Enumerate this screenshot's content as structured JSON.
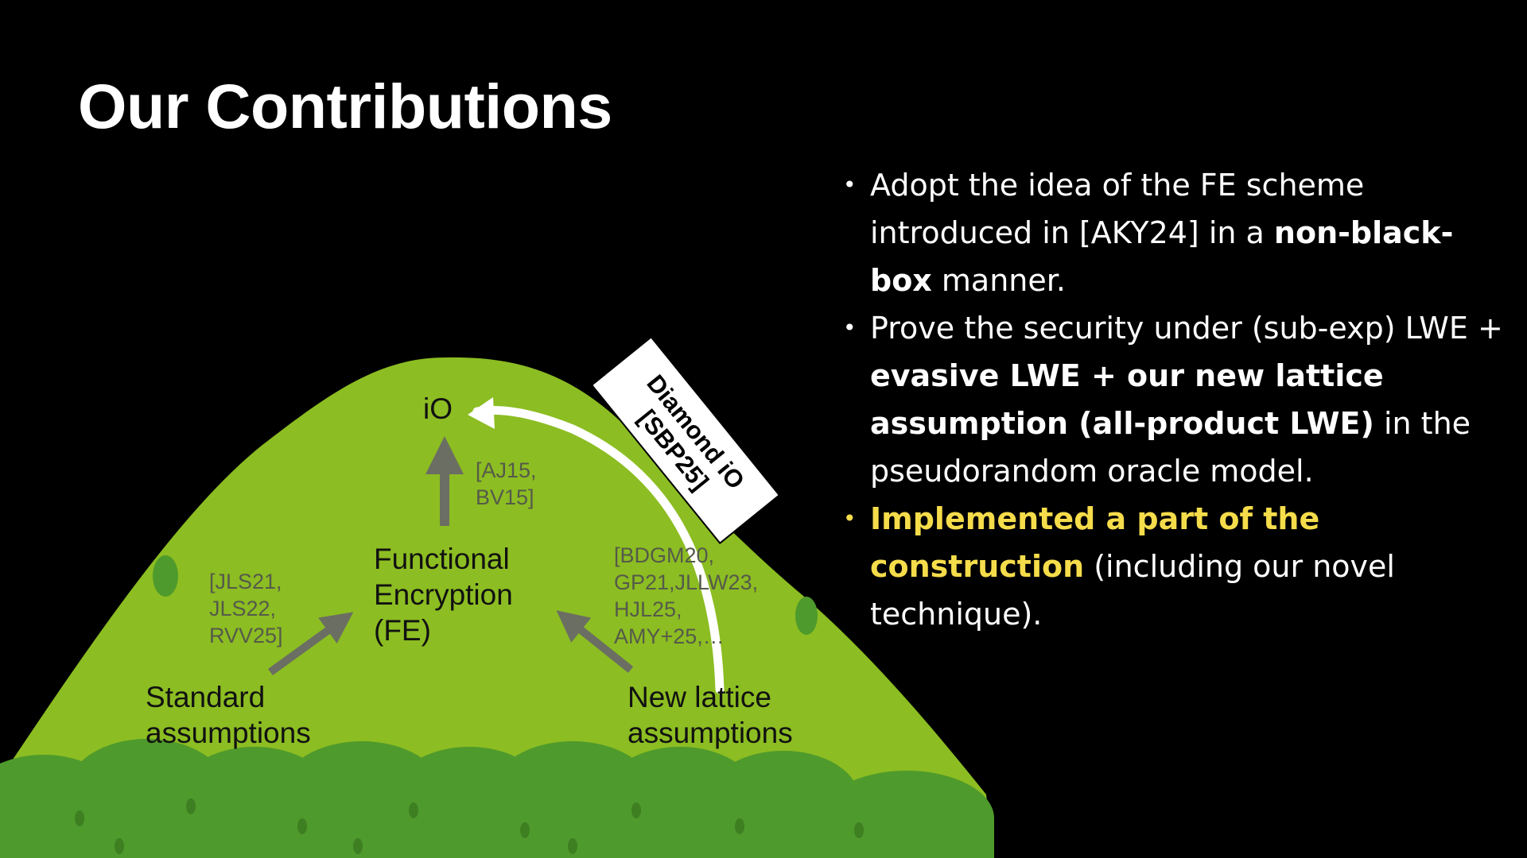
{
  "slide": {
    "title": "Our Contributions",
    "background_color": "#000000",
    "mountain_color": "#8cbd22",
    "bushes_color": "#4f9a2c",
    "highlight_color": "#f5dc4a"
  },
  "diagram": {
    "nodes": {
      "io": "iO",
      "fe": "Functional\nEncryption\n(FE)",
      "standard": "Standard\nassumptions",
      "new_lattice": "New lattice\nassumptions"
    },
    "citations": {
      "fe_to_io": "[AJ15,\nBV15]",
      "standard_to_fe": "[JLS21,\nJLS22,\nRVV25]",
      "lattice_to_fe": "[BDGM20,\nGP21,JLLW23,\nHJL25,\nAMY+25,…"
    },
    "diamond_tag": "Diamond iO\n[SBP25]"
  },
  "bullets": [
    {
      "parts": [
        {
          "text": "Adopt the idea of the FE scheme introduced in [AKY24] in a ",
          "bold": false
        },
        {
          "text": "non-black-box",
          "bold": true
        },
        {
          "text": " manner.",
          "bold": false
        }
      ]
    },
    {
      "parts": [
        {
          "text": "Prove the security under (sub-exp) LWE + ",
          "bold": false
        },
        {
          "text": "evasive LWE + our new lattice assumption (all-product LWE)",
          "bold": true
        },
        {
          "text": " in the pseudorandom oracle model.",
          "bold": false
        }
      ]
    },
    {
      "highlight": true,
      "parts": [
        {
          "text": "Implemented a part of the construction",
          "bold": true
        },
        {
          "text": " (including our novel technique).",
          "bold": false
        }
      ]
    }
  ]
}
